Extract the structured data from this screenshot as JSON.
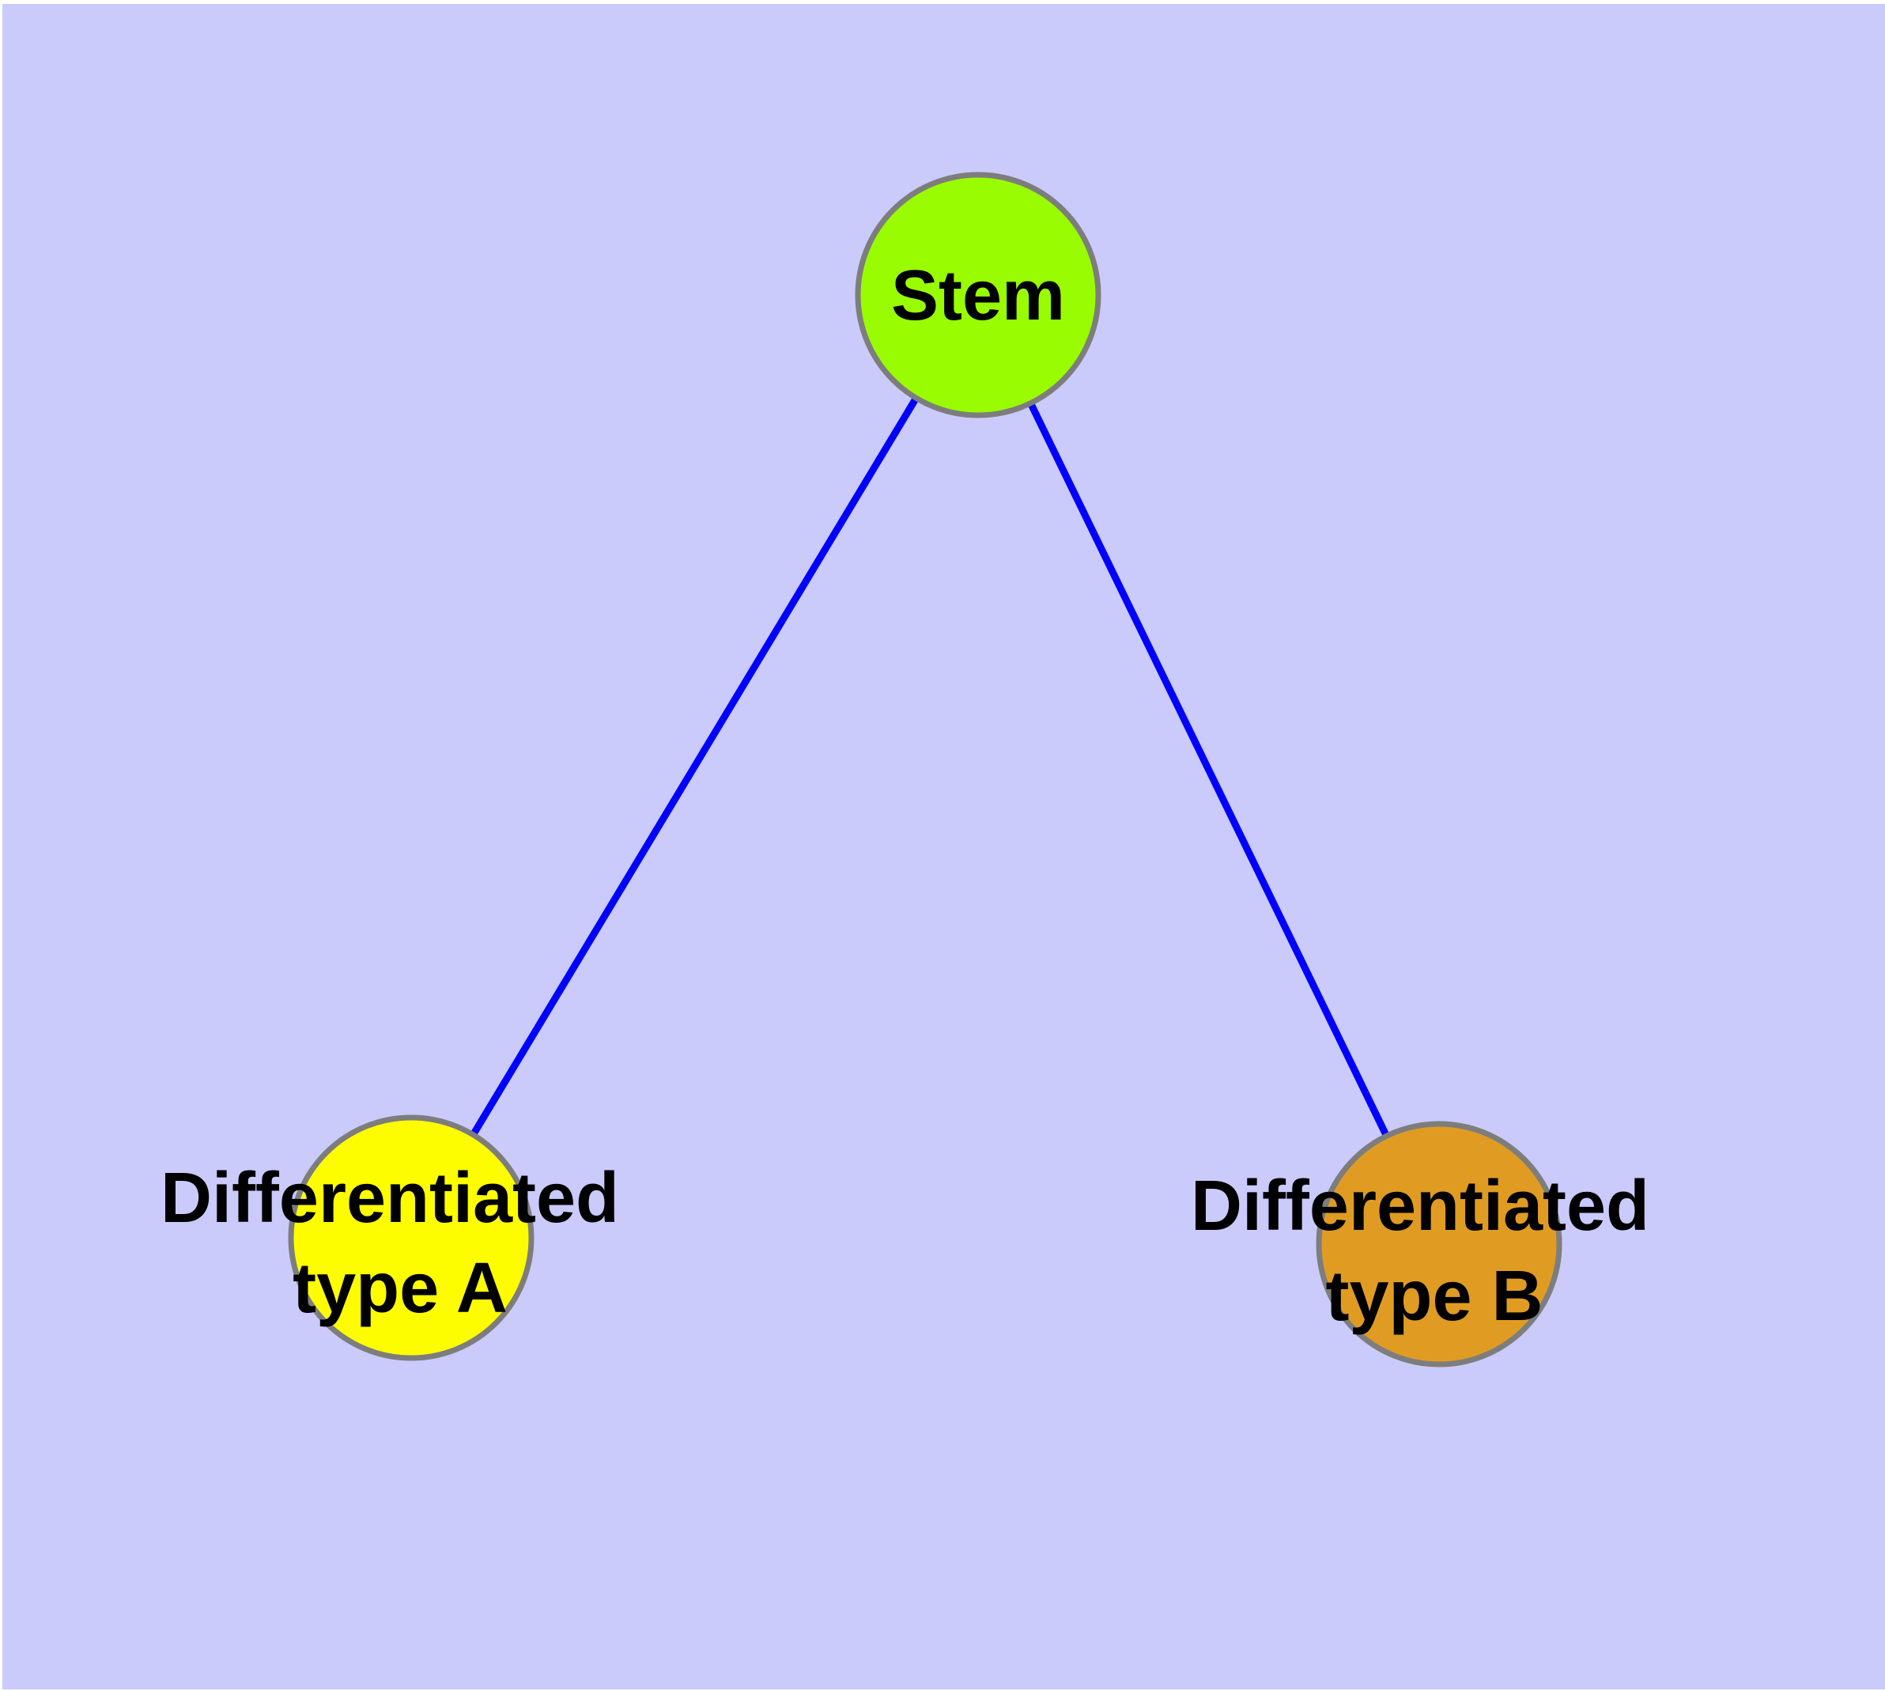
{
  "canvas": {
    "background_color": "#CACAFB",
    "margin_color": "#FFFFFF"
  },
  "graph": {
    "description": "Stem cell differentiation diagram: one stem node linked to two differentiated cell type nodes",
    "node_border_color": "#7D7D7D",
    "edge_color": "#0000FF",
    "label_color": "#000000",
    "nodes": [
      {
        "id": "stem",
        "label": "Stem",
        "fill": "#99FC00"
      },
      {
        "id": "differentiated-type-a",
        "label_line1": "Differentiated",
        "label_line2": "type A",
        "fill": "#FDFD00"
      },
      {
        "id": "differentiated-type-b",
        "label_line1": "Differentiated",
        "label_line2": "type B",
        "fill": "#E09C22"
      }
    ],
    "edges": [
      {
        "from": "Stem",
        "to": "Differentiated type A"
      },
      {
        "from": "Stem",
        "to": "Differentiated type B"
      }
    ]
  }
}
